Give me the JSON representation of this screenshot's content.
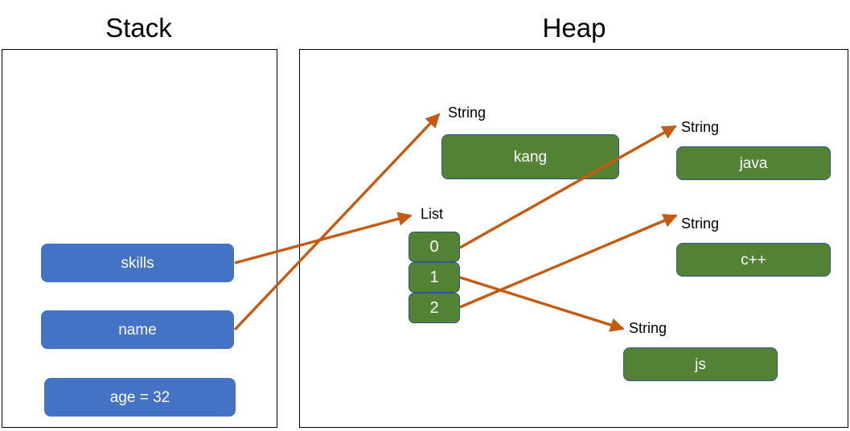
{
  "regions": {
    "stack": {
      "title": "Stack"
    },
    "heap": {
      "title": "Heap"
    }
  },
  "stack_variables": [
    {
      "label": "skills",
      "color": "#4472C4"
    },
    {
      "label": "name",
      "color": "#4472C4"
    },
    {
      "label": "age = 32",
      "color": "#4472C4"
    }
  ],
  "heap_objects": [
    {
      "type_label": "String",
      "value": "kang",
      "color": "#548235"
    },
    {
      "type_label": "String",
      "value": "java",
      "color": "#548235"
    },
    {
      "type_label": "String",
      "value": "c++",
      "color": "#548235"
    },
    {
      "type_label": "String",
      "value": "js",
      "color": "#548235"
    }
  ],
  "heap_list": {
    "type_label": "List",
    "cells": [
      {
        "index": "0"
      },
      {
        "index": "1"
      },
      {
        "index": "2"
      }
    ],
    "color": "#548235"
  },
  "arrows": {
    "color": "#C55A11",
    "edges": [
      {
        "from": "skills",
        "to": "List"
      },
      {
        "from": "name",
        "to": "String kang"
      },
      {
        "from": "list index 0",
        "to": "String java"
      },
      {
        "from": "list index 1",
        "to": "String js"
      },
      {
        "from": "list index 2",
        "to": "String c++"
      }
    ]
  },
  "colors": {
    "background": "#FFFFFF",
    "frame_stroke": "#000000",
    "stack_box": "#4472C4",
    "heap_box": "#548235",
    "heap_box_stroke": "#2F5496",
    "arrow": "#C55A11",
    "text_on_box": "#FFFFFF",
    "text_label": "#000000"
  }
}
